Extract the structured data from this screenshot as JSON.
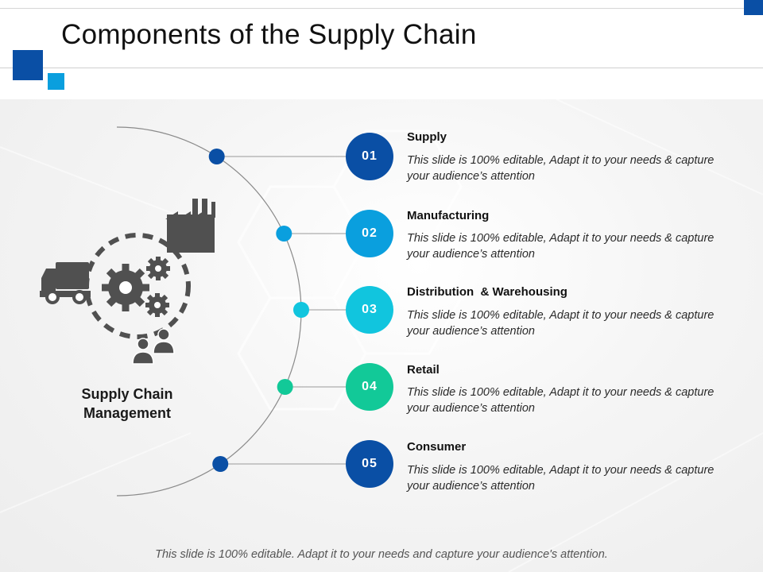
{
  "title": "Components of the Supply Chain",
  "center_label": "Supply Chain Management",
  "icons": [
    "factory-icon",
    "truck-icon",
    "gears-icon",
    "people-icon"
  ],
  "colors": {
    "dark_blue": "#0a4fa5",
    "medium_blue": "#0a9fde",
    "cyan": "#11c5de",
    "teal": "#12c998",
    "icon_gray": "#505050"
  },
  "steps": [
    {
      "number": "01",
      "title": "Supply",
      "description": "This slide is 100% editable, Adapt it to your needs & capture your audience’s attention",
      "color": "#0a4fa5"
    },
    {
      "number": "02",
      "title": "Manufacturing",
      "description": "This slide is 100% editable, Adapt it to your needs & capture your audience’s attention",
      "color": "#0a9fde"
    },
    {
      "number": "03",
      "title": "Distribution  & Warehousing",
      "description": "This slide is 100% editable, Adapt it to your needs & capture your audience’s attention",
      "color": "#11c5de"
    },
    {
      "number": "04",
      "title": "Retail",
      "description": "This slide is 100% editable, Adapt it to your needs & capture your audience’s attention",
      "color": "#12c998"
    },
    {
      "number": "05",
      "title": "Consumer",
      "description": "This slide is 100% editable, Adapt it to your needs & capture your audience’s attention",
      "color": "#0a4fa5"
    }
  ],
  "footer": "This slide is 100% editable. Adapt it to your needs and capture your audience's attention."
}
